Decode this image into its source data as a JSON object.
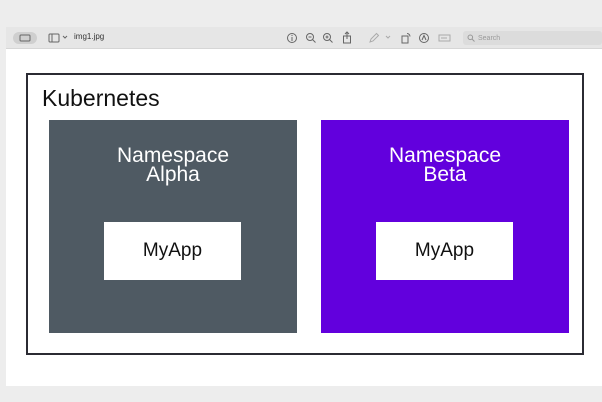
{
  "window": {
    "filename": "img1.jpg",
    "search_placeholder": "Search"
  },
  "diagram": {
    "title": "Kubernetes",
    "namespaces": [
      {
        "line1": "Namespace",
        "line2": "Alpha",
        "app": "MyApp",
        "color": "#4f5a63"
      },
      {
        "line1": "Namespace",
        "line2": "Beta",
        "app": "MyApp",
        "color": "#6200dd"
      }
    ]
  }
}
